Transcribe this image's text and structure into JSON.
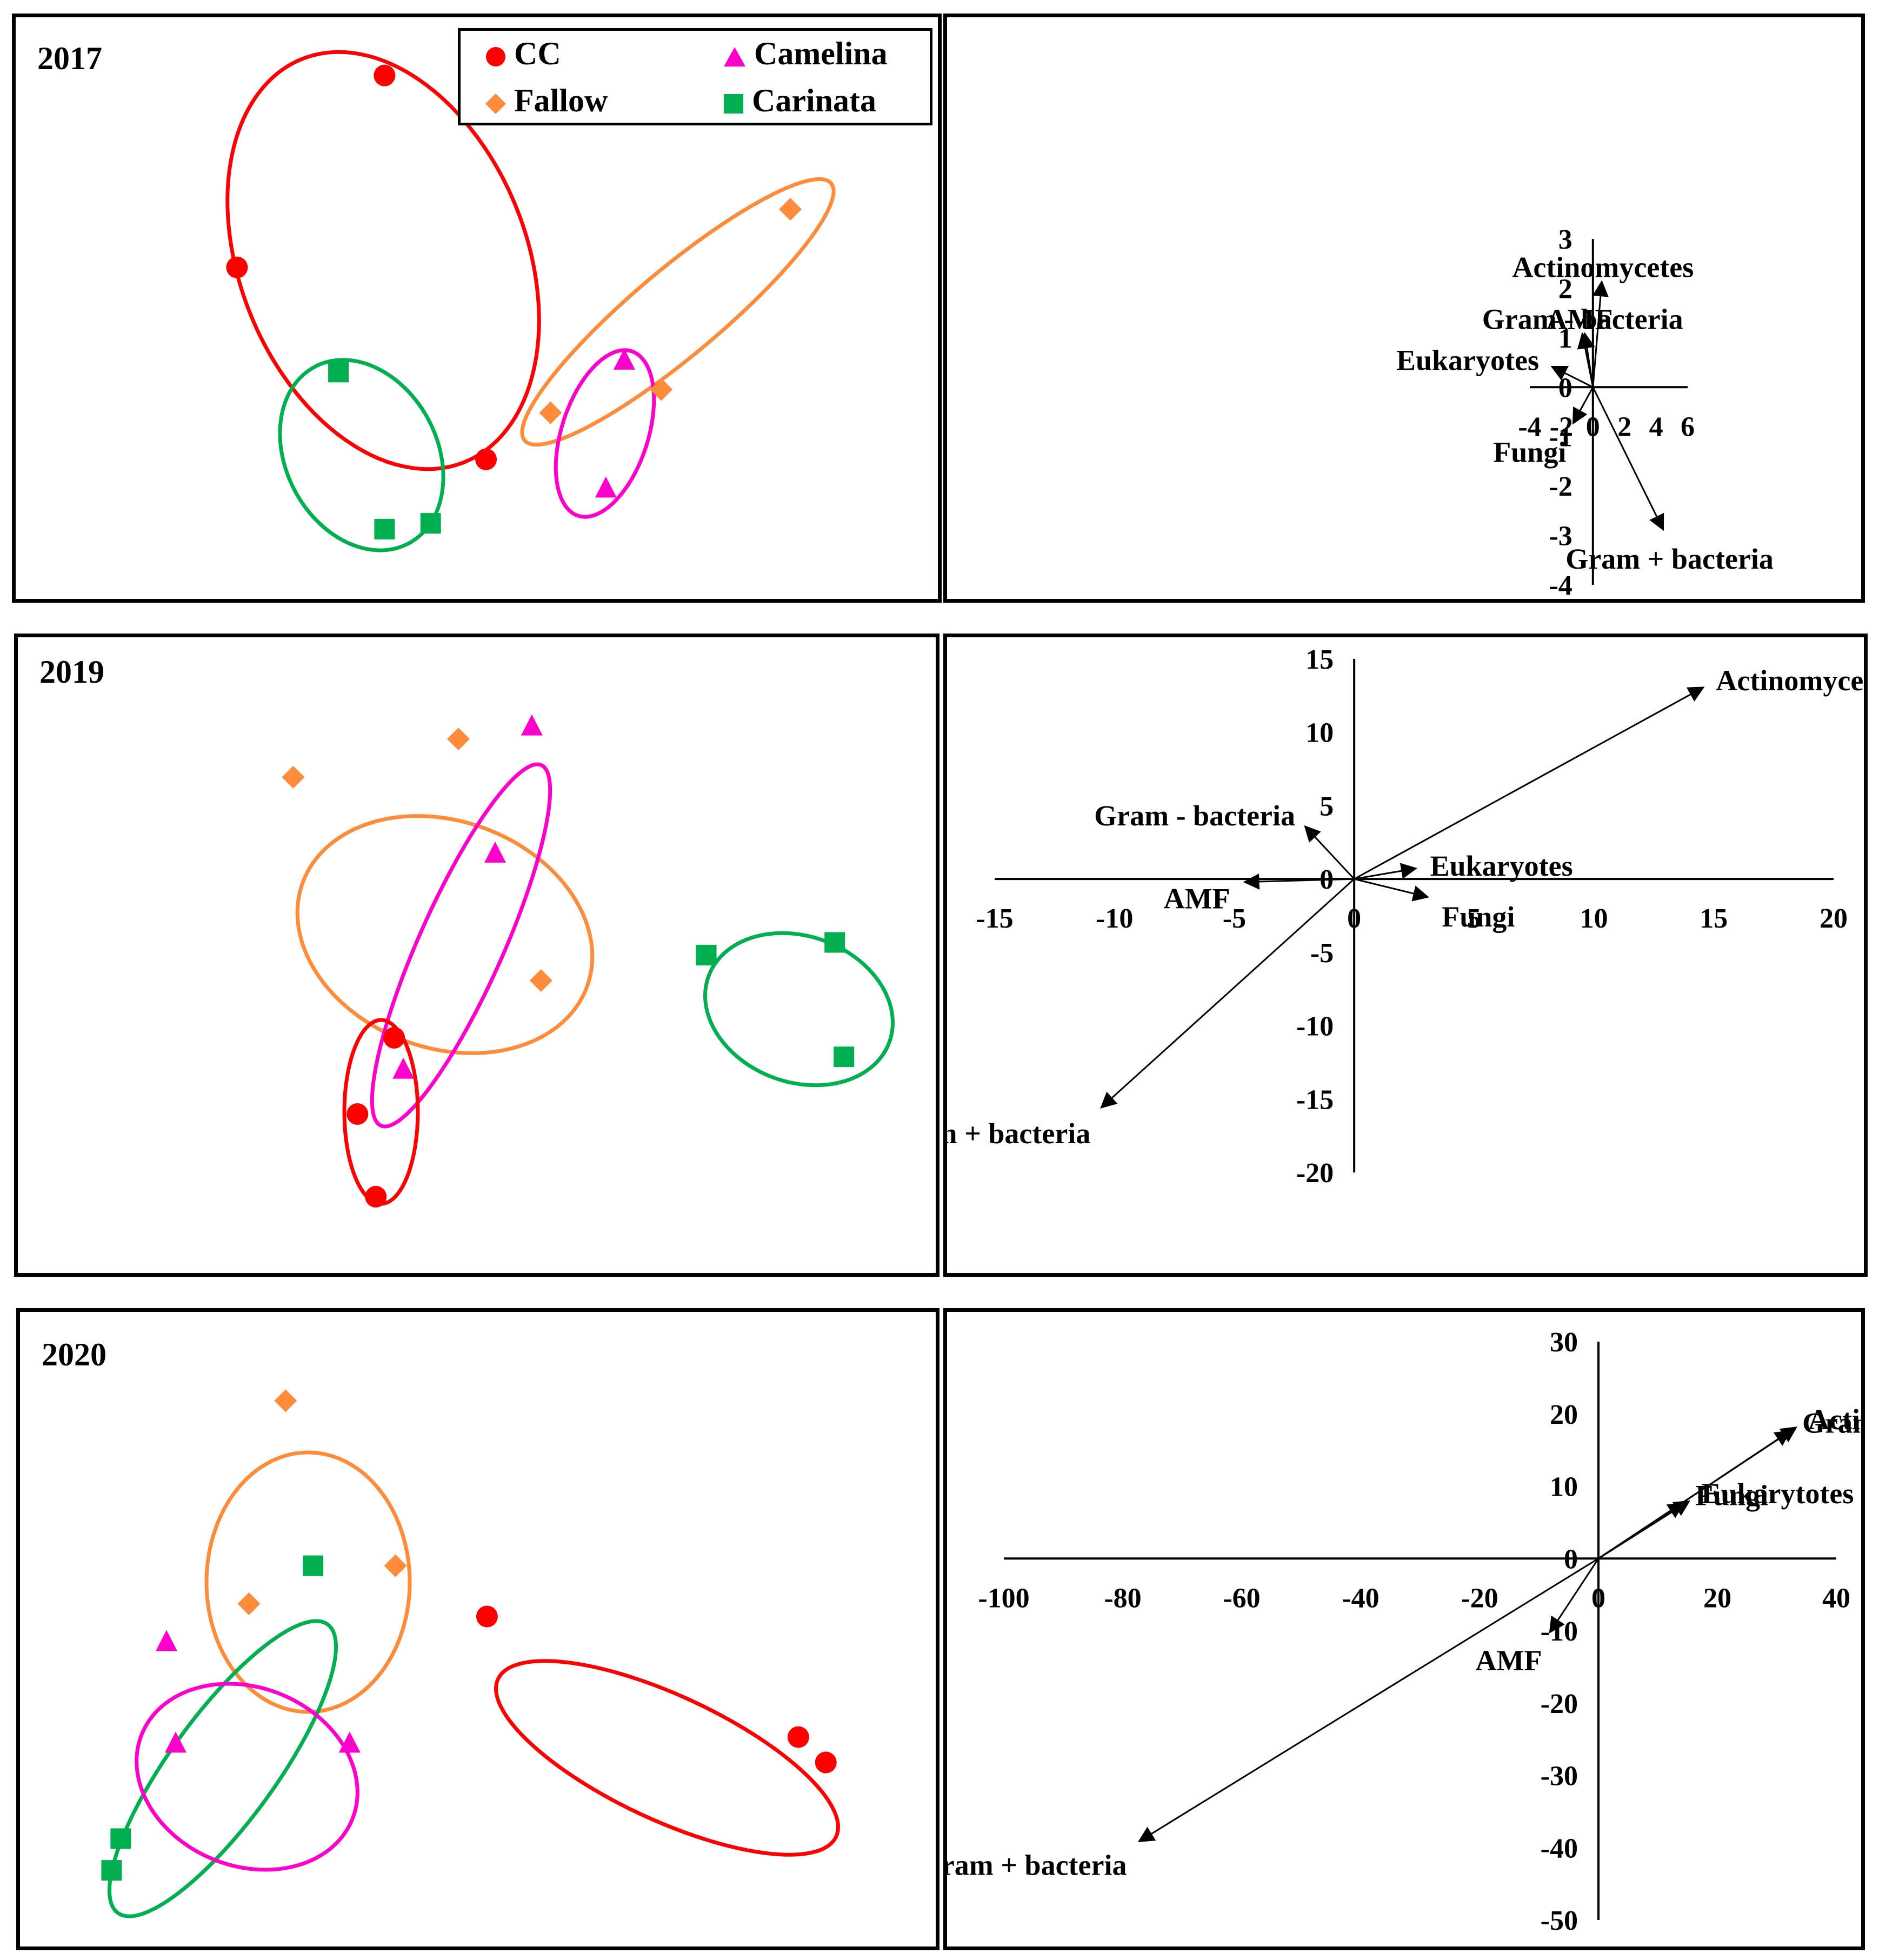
{
  "legend": {
    "entries": [
      {
        "label": "CC",
        "color": "#ff0000",
        "marker": "circle"
      },
      {
        "label": "Camelina",
        "color": "#ff00cc",
        "marker": "triangle"
      },
      {
        "label": "Fallow",
        "color": "#ff8c3a",
        "marker": "diamond"
      },
      {
        "label": "Carinata",
        "color": "#00b050",
        "marker": "square"
      }
    ]
  },
  "chart_data": [
    {
      "type": "scatter",
      "year": "2017",
      "axes_shown": false,
      "points": [
        {
          "group": "CC",
          "x": 0.4,
          "y": 0.9
        },
        {
          "group": "CC",
          "x": 0.24,
          "y": 0.57
        },
        {
          "group": "CC",
          "x": 0.51,
          "y": 0.24
        },
        {
          "group": "Fallow",
          "x": 0.84,
          "y": 0.67
        },
        {
          "group": "Fallow",
          "x": 0.58,
          "y": 0.32
        },
        {
          "group": "Fallow",
          "x": 0.7,
          "y": 0.36
        },
        {
          "group": "Camelina",
          "x": 0.66,
          "y": 0.41
        },
        {
          "group": "Camelina",
          "x": 0.64,
          "y": 0.19
        },
        {
          "group": "Carinata",
          "x": 0.35,
          "y": 0.39
        },
        {
          "group": "Carinata",
          "x": 0.4,
          "y": 0.12
        },
        {
          "group": "Carinata",
          "x": 0.45,
          "y": 0.13
        }
      ]
    },
    {
      "type": "biplot",
      "year": "2017",
      "xlim": [
        -4,
        6
      ],
      "ylim": [
        -4,
        3
      ],
      "xticks": [
        -4,
        -2,
        0,
        2,
        4,
        6
      ],
      "yticks": [
        -4,
        -3,
        -2,
        -1,
        0,
        1,
        2,
        3
      ],
      "vectors": [
        {
          "label": "Actinomycetes",
          "x": 0.55,
          "y": 2.1
        },
        {
          "label": "AMF",
          "x": -0.65,
          "y": 1.05
        },
        {
          "label": "Gram - bacteria",
          "x": -0.5,
          "y": 1.05
        },
        {
          "label": "Eukaryotes",
          "x": -2.5,
          "y": 0.4
        },
        {
          "label": "Fungi",
          "x": -1.2,
          "y": -0.7
        },
        {
          "label": "Gram + bacteria",
          "x": 4.4,
          "y": -2.85
        }
      ]
    },
    {
      "type": "scatter",
      "year": "2019",
      "axes_shown": false,
      "points": [
        {
          "group": "Fallow",
          "x": 0.3,
          "y": 0.78
        },
        {
          "group": "Fallow",
          "x": 0.48,
          "y": 0.84
        },
        {
          "group": "Fallow",
          "x": 0.57,
          "y": 0.46
        },
        {
          "group": "Camelina",
          "x": 0.56,
          "y": 0.86
        },
        {
          "group": "Camelina",
          "x": 0.52,
          "y": 0.66
        },
        {
          "group": "Camelina",
          "x": 0.42,
          "y": 0.32
        },
        {
          "group": "CC",
          "x": 0.41,
          "y": 0.37
        },
        {
          "group": "CC",
          "x": 0.37,
          "y": 0.25
        },
        {
          "group": "CC",
          "x": 0.39,
          "y": 0.12
        },
        {
          "group": "Carinata",
          "x": 0.75,
          "y": 0.5
        },
        {
          "group": "Carinata",
          "x": 0.89,
          "y": 0.52
        },
        {
          "group": "Carinata",
          "x": 0.9,
          "y": 0.34
        }
      ]
    },
    {
      "type": "biplot",
      "year": "2019",
      "xlim": [
        -15,
        20
      ],
      "ylim": [
        -20,
        15
      ],
      "xticks": [
        -15,
        -10,
        -5,
        0,
        5,
        10,
        15,
        20
      ],
      "yticks": [
        -20,
        -15,
        -10,
        -5,
        0,
        5,
        10,
        15
      ],
      "vectors": [
        {
          "label": "Actinomycetes",
          "x": 14.5,
          "y": 13
        },
        {
          "label": "Gram - bacteria",
          "x": -2,
          "y": 3.5
        },
        {
          "label": "AMF",
          "x": -4.5,
          "y": -0.2
        },
        {
          "label": "Eukaryotes",
          "x": 2.5,
          "y": 0.7
        },
        {
          "label": "Fungi",
          "x": 3,
          "y": -1.2
        },
        {
          "label": "Gram + bacteria",
          "x": -10.5,
          "y": -15.5
        }
      ]
    },
    {
      "type": "scatter",
      "year": "2020",
      "axes_shown": false,
      "points": [
        {
          "group": "Fallow",
          "x": 0.29,
          "y": 0.86
        },
        {
          "group": "Fallow",
          "x": 0.41,
          "y": 0.6
        },
        {
          "group": "Fallow",
          "x": 0.25,
          "y": 0.54
        },
        {
          "group": "Carinata",
          "x": 0.32,
          "y": 0.6
        },
        {
          "group": "Carinata",
          "x": 0.11,
          "y": 0.17
        },
        {
          "group": "Carinata",
          "x": 0.1,
          "y": 0.12
        },
        {
          "group": "Camelina",
          "x": 0.16,
          "y": 0.48
        },
        {
          "group": "Camelina",
          "x": 0.17,
          "y": 0.32
        },
        {
          "group": "Camelina",
          "x": 0.36,
          "y": 0.32
        },
        {
          "group": "CC",
          "x": 0.51,
          "y": 0.52
        },
        {
          "group": "CC",
          "x": 0.85,
          "y": 0.33
        },
        {
          "group": "CC",
          "x": 0.88,
          "y": 0.29
        }
      ]
    },
    {
      "type": "biplot",
      "year": "2020",
      "xlim": [
        -100,
        40
      ],
      "ylim": [
        -50,
        30
      ],
      "xticks": [
        -100,
        -80,
        -60,
        -40,
        -20,
        0,
        20,
        40
      ],
      "yticks": [
        -50,
        -40,
        -30,
        -20,
        -10,
        0,
        10,
        20,
        30
      ],
      "vectors": [
        {
          "label": "Actinomycetes",
          "x": 33,
          "y": 18
        },
        {
          "label": "Gram - bacteria",
          "x": 32,
          "y": 17.5
        },
        {
          "label": "Fungi",
          "x": 14,
          "y": 7.5
        },
        {
          "label": "Eukarytotes",
          "x": 15,
          "y": 7.8
        },
        {
          "label": "AMF",
          "x": -8,
          "y": -10
        },
        {
          "label": "Gram + bacteria",
          "x": -77,
          "y": -39
        }
      ]
    }
  ]
}
